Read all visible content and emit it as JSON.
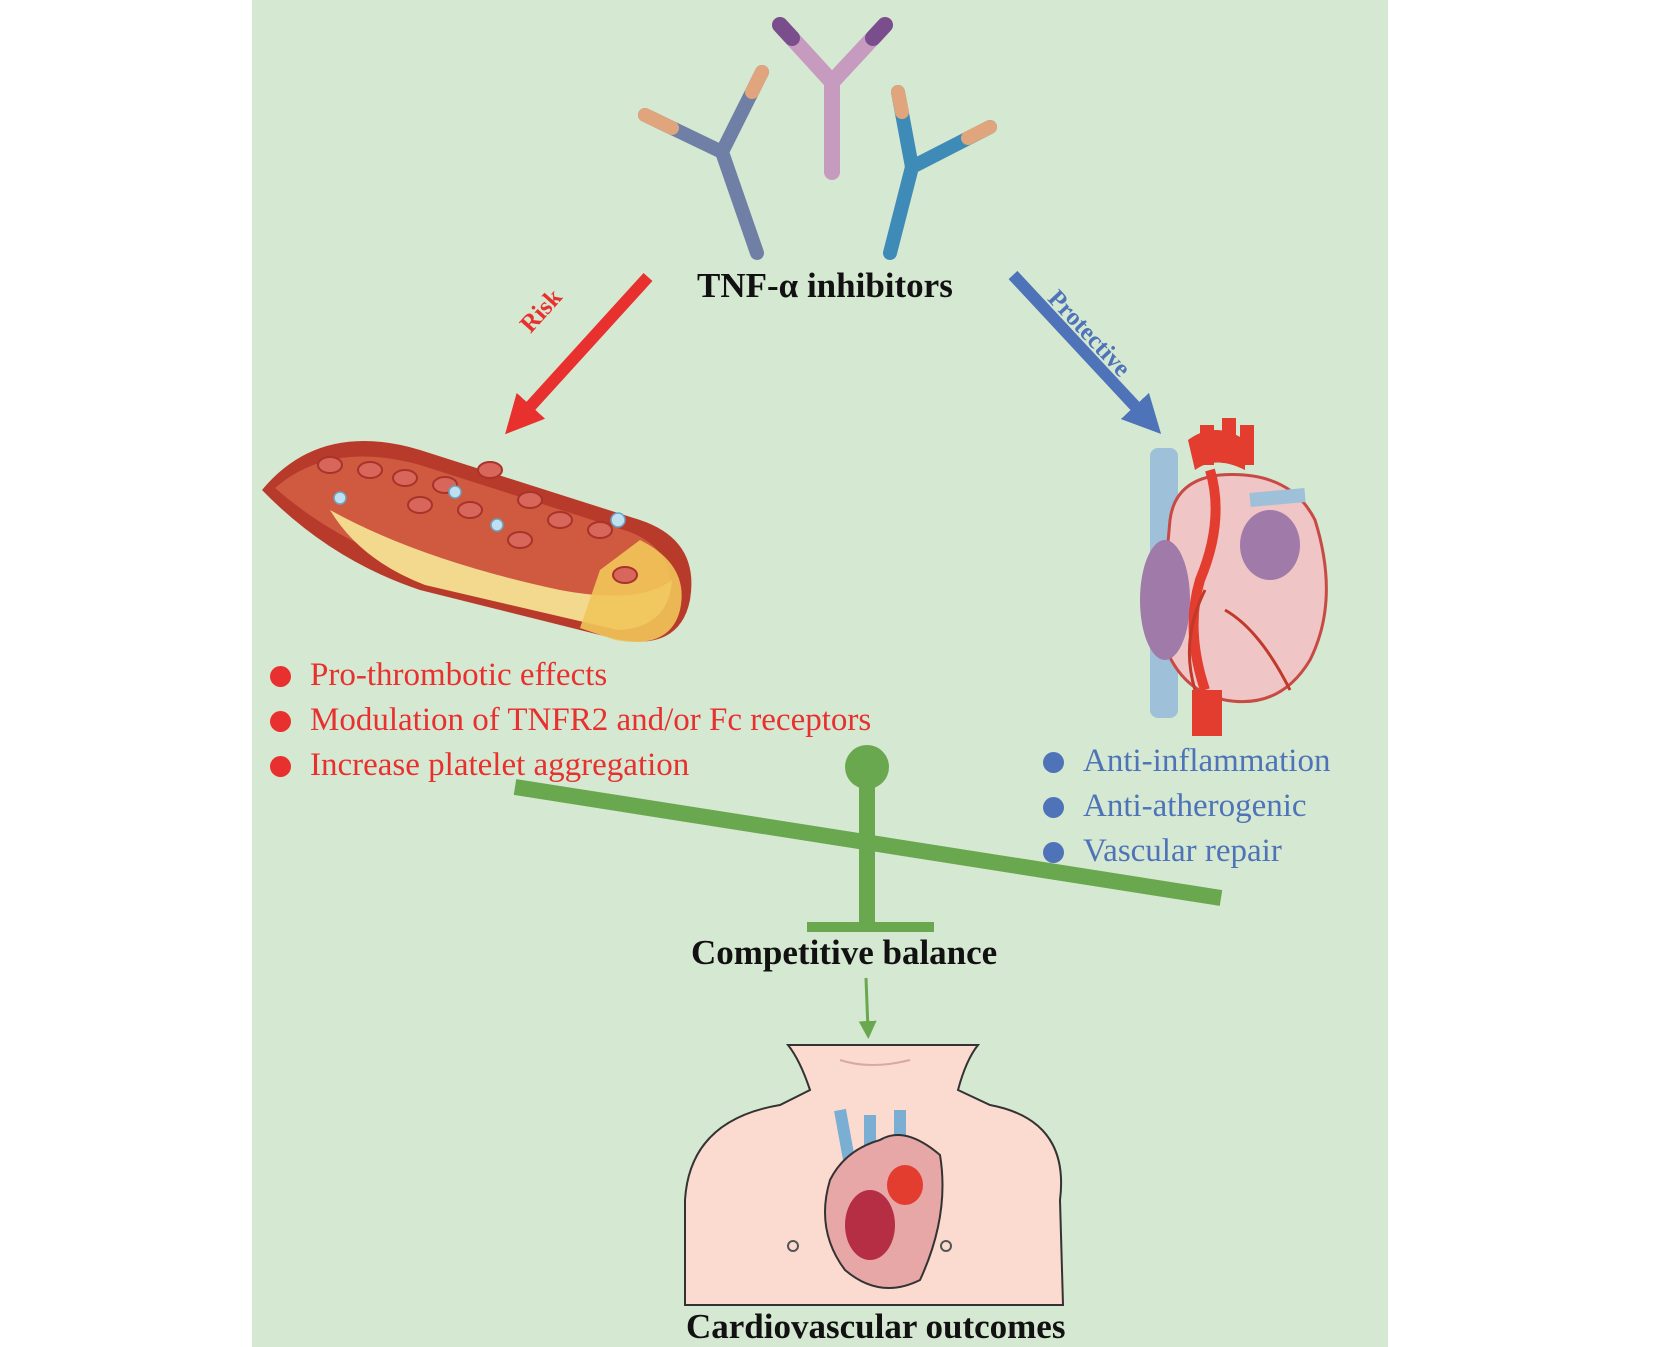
{
  "title": "TNF-α inhibitors",
  "risk_label": "Risk",
  "protective_label": "Protective",
  "risk_items": [
    "Pro-thrombotic effects",
    "Modulation of TNFR2 and/or Fc receptors",
    "Increase platelet aggregation"
  ],
  "protective_items": [
    "Anti-inflammation",
    "Anti-atherogenic",
    "Vascular repair"
  ],
  "balance_label": "Competitive balance",
  "outcome_label": "Cardiovascular outcomes",
  "colors": {
    "background": "#d5e8d1",
    "risk": "#e8302f",
    "protective": "#4e73b8",
    "balance": "#6aa84f"
  },
  "icons": [
    "antibody-icon",
    "blood-vessel-plaque-icon",
    "heart-icon",
    "balance-scale-icon",
    "torso-heart-icon"
  ]
}
